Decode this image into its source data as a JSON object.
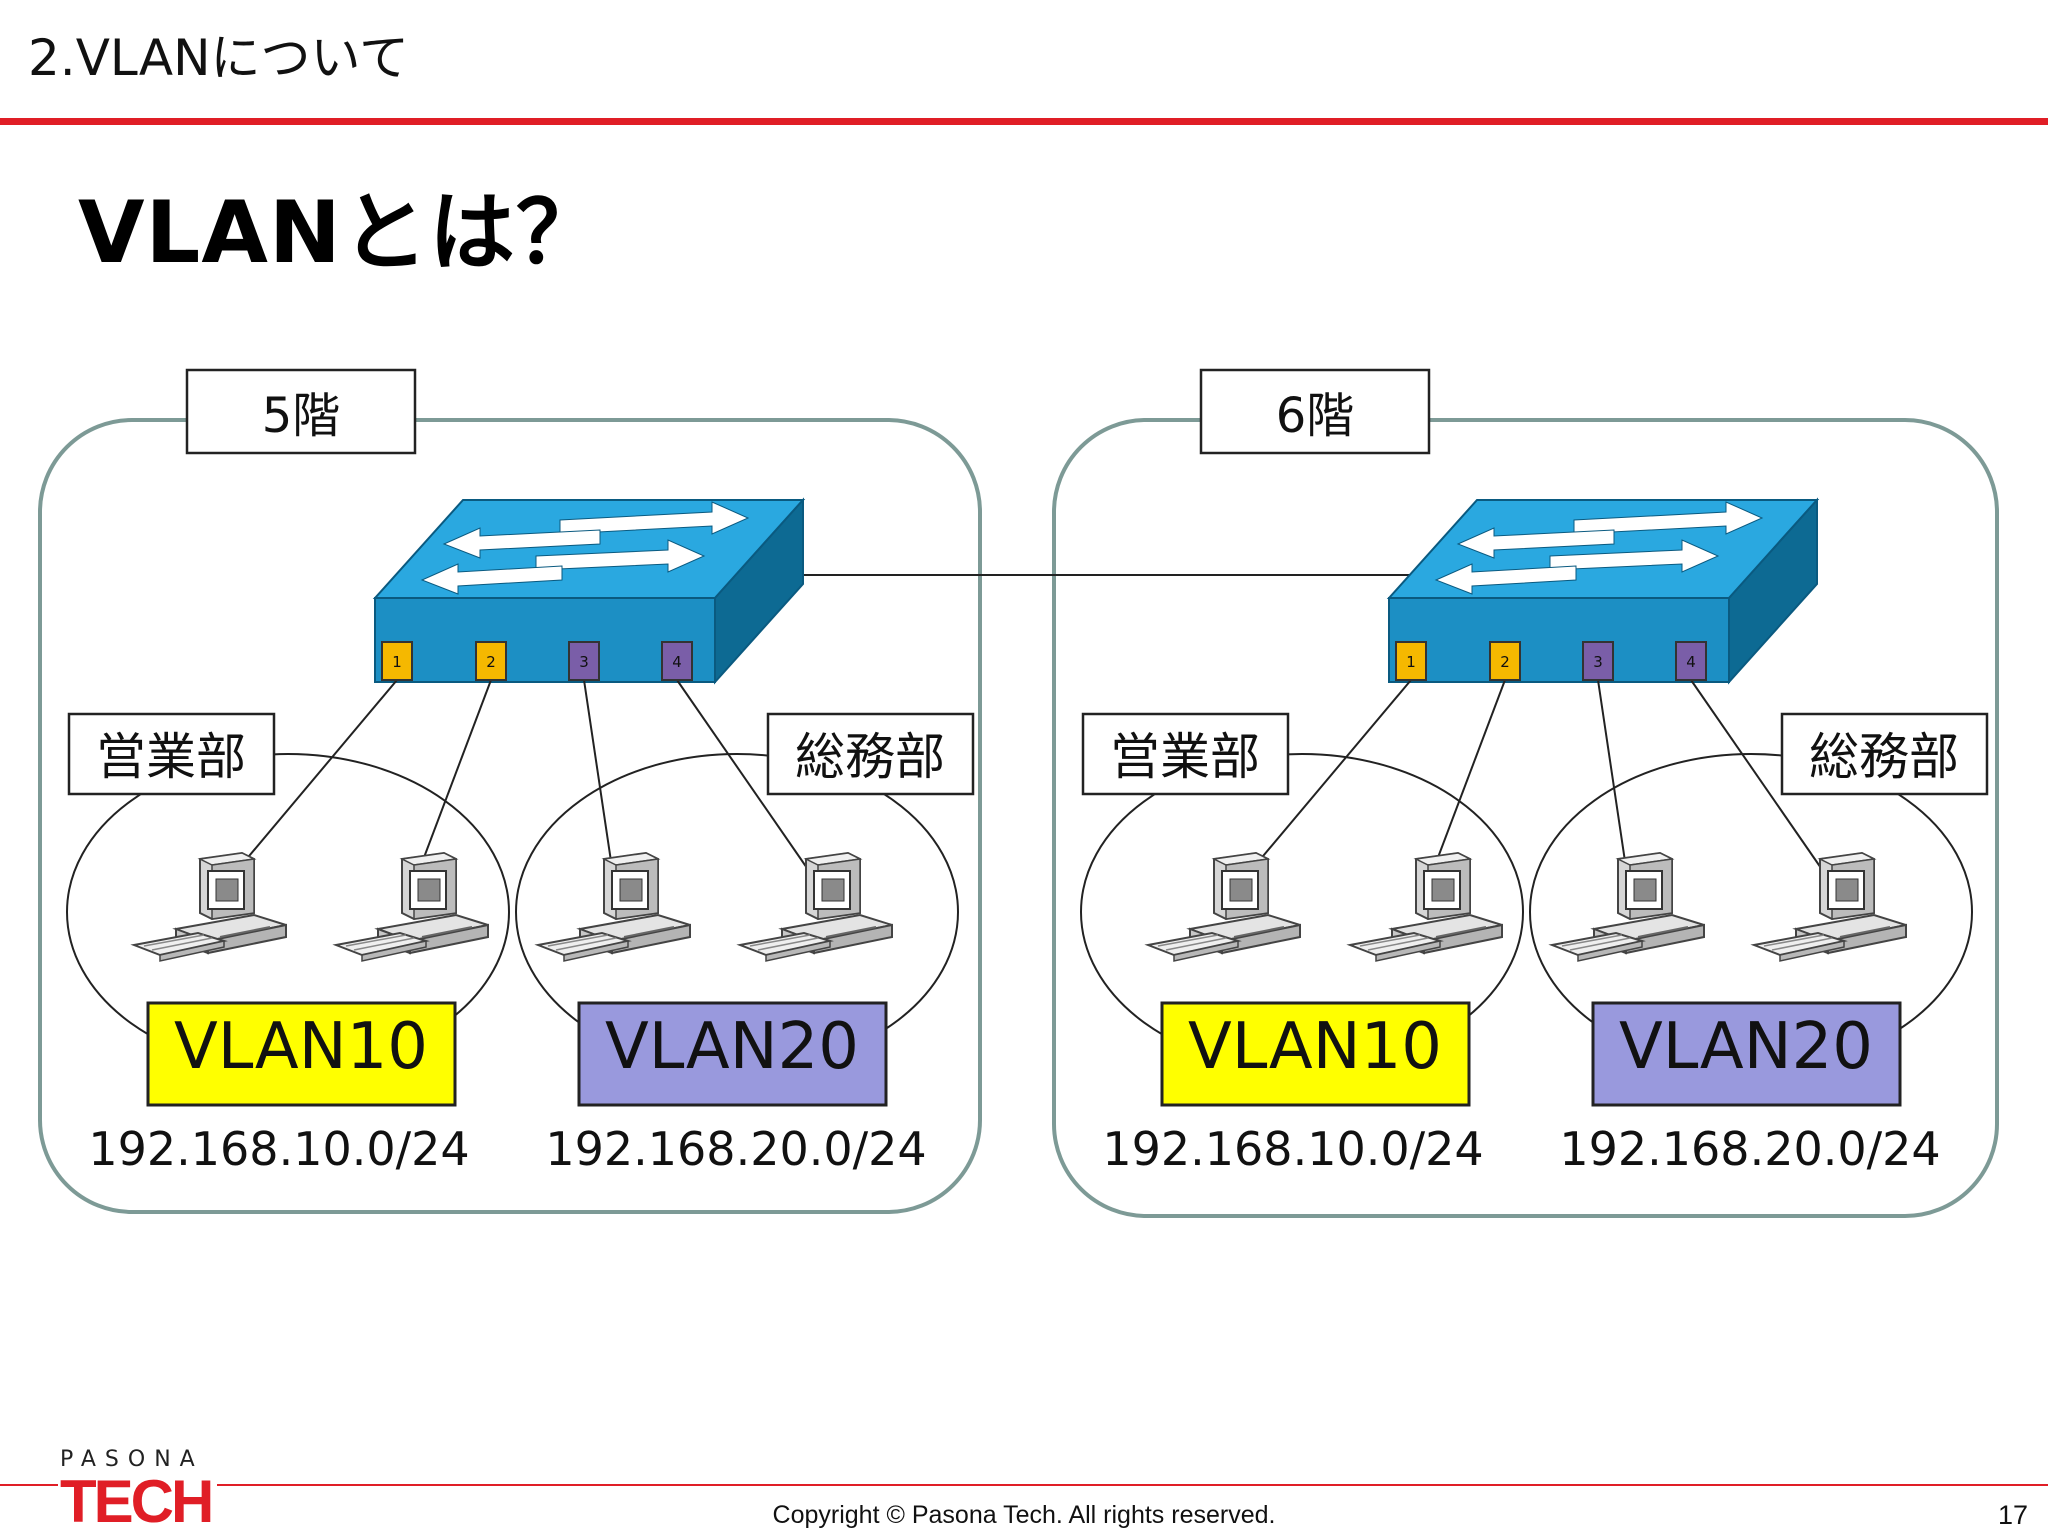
{
  "header": {
    "section": "2.VLANについて",
    "title": "VLANとは？"
  },
  "floors": [
    {
      "label": "5階",
      "groups": [
        {
          "dept": "営業部",
          "vlan": "VLAN10",
          "subnet": "192.168.10.0/24"
        },
        {
          "dept": "総務部",
          "vlan": "VLAN20",
          "subnet": "192.168.20.0/24"
        }
      ],
      "ports": [
        "1",
        "2",
        "3",
        "4"
      ]
    },
    {
      "label": "6階",
      "groups": [
        {
          "dept": "営業部",
          "vlan": "VLAN10",
          "subnet": "192.168.10.0/24"
        },
        {
          "dept": "総務部",
          "vlan": "VLAN20",
          "subnet": "192.168.20.0/24"
        }
      ],
      "ports": [
        "1",
        "2",
        "3",
        "4"
      ]
    }
  ],
  "colors": {
    "accent": "#e01e26",
    "vlan10": "#ffff00",
    "vlan20": "#9999dd",
    "port_vlan10": "#f5b800",
    "port_vlan20": "#7a5ea8",
    "switch_top": "#2aa8e0",
    "switch_front": "#1c8fc4",
    "switch_side": "#0d6a93",
    "floor_border": "#7d9a96"
  },
  "footer": {
    "brand_top": "PASONA",
    "brand_main": "TECH",
    "copyright": "Copyright © Pasona Tech. All rights reserved.",
    "page": "17"
  }
}
